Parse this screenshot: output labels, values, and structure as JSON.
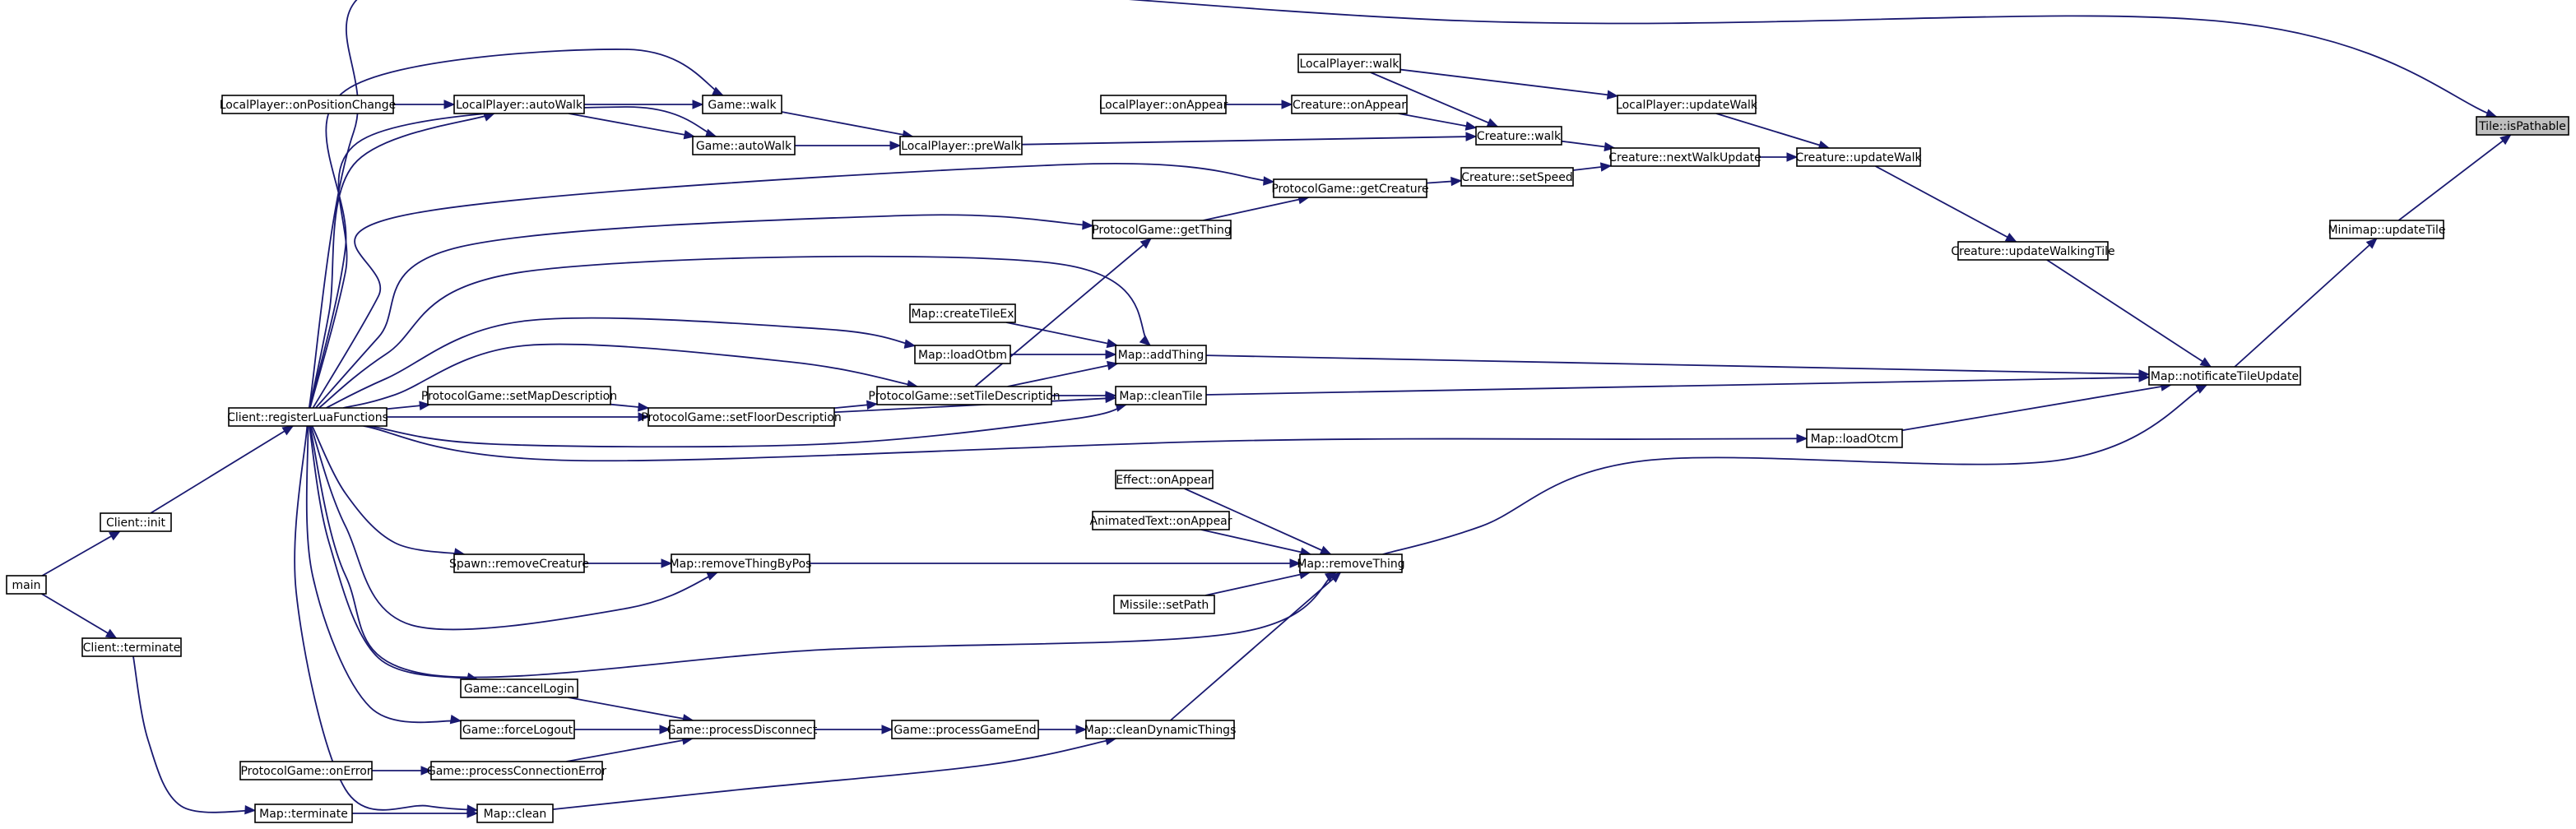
{
  "graph": {
    "edge_color": "#191970",
    "highlight_color": "#bfbfbf",
    "nodes": [
      {
        "id": "tile_ispathable",
        "label": "Tile::isPathable",
        "highlight": true
      },
      {
        "id": "minimap_updatetile",
        "label": "Minimap::updateTile"
      },
      {
        "id": "map_notificatetileupdate",
        "label": "Map::notificateTileUpdate"
      },
      {
        "id": "creature_updatewalkingtile",
        "label": "Creature::updateWalkingTile"
      },
      {
        "id": "creature_updatewalk",
        "label": "Creature::updateWalk"
      },
      {
        "id": "localplayer_updatewalk",
        "label": "LocalPlayer::updateWalk"
      },
      {
        "id": "creature_nextwalkupdate",
        "label": "Creature::nextWalkUpdate"
      },
      {
        "id": "creature_walk",
        "label": "Creature::walk"
      },
      {
        "id": "creature_setspeed",
        "label": "Creature::setSpeed"
      },
      {
        "id": "localplayer_walk",
        "label": "LocalPlayer::walk"
      },
      {
        "id": "creature_onappear",
        "label": "Creature::onAppear"
      },
      {
        "id": "localplayer_onappear",
        "label": "LocalPlayer::onAppear"
      },
      {
        "id": "protocolgame_getcreature",
        "label": "ProtocolGame::getCreature"
      },
      {
        "id": "protocolgame_getthing",
        "label": "ProtocolGame::getThing"
      },
      {
        "id": "localplayer_prewalk",
        "label": "LocalPlayer::preWalk"
      },
      {
        "id": "game_walk",
        "label": "Game::walk"
      },
      {
        "id": "game_autowalk",
        "label": "Game::autoWalk"
      },
      {
        "id": "localplayer_autowalk",
        "label": "LocalPlayer::autoWalk"
      },
      {
        "id": "localplayer_onpositionchange",
        "label": "LocalPlayer::onPositionChange"
      },
      {
        "id": "map_createtileex",
        "label": "Map::createTileEx"
      },
      {
        "id": "map_addthing",
        "label": "Map::addThing"
      },
      {
        "id": "map_loadotbm",
        "label": "Map::loadOtbm"
      },
      {
        "id": "map_cleantile",
        "label": "Map::cleanTile"
      },
      {
        "id": "protocolgame_settiledescription",
        "label": "ProtocolGame::setTileDescription"
      },
      {
        "id": "protocolgame_setfloordescription",
        "label": "ProtocolGame::setFloorDescription"
      },
      {
        "id": "protocolgame_setmapdescription",
        "label": "ProtocolGame::setMapDescription"
      },
      {
        "id": "map_loadotcm",
        "label": "Map::loadOtcm"
      },
      {
        "id": "client_registerluafunctions",
        "label": "Client::registerLuaFunctions"
      },
      {
        "id": "client_init",
        "label": "Client::init"
      },
      {
        "id": "main",
        "label": "main"
      },
      {
        "id": "client_terminate",
        "label": "Client::terminate"
      },
      {
        "id": "effect_onappear",
        "label": "Effect::onAppear"
      },
      {
        "id": "animatedtext_onappear",
        "label": "AnimatedText::onAppear"
      },
      {
        "id": "missile_setpath",
        "label": "Missile::setPath"
      },
      {
        "id": "map_removething",
        "label": "Map::removeThing"
      },
      {
        "id": "map_removethingbypos",
        "label": "Map::removeThingByPos"
      },
      {
        "id": "spawn_removecreature",
        "label": "Spawn::removeCreature"
      },
      {
        "id": "map_cleandynamicthings",
        "label": "Map::cleanDynamicThings"
      },
      {
        "id": "game_processgameend",
        "label": "Game::processGameEnd"
      },
      {
        "id": "game_processdisconnect",
        "label": "Game::processDisconnect"
      },
      {
        "id": "game_cancellogin",
        "label": "Game::cancelLogin"
      },
      {
        "id": "game_forcelogout",
        "label": "Game::forceLogout"
      },
      {
        "id": "game_processconnectionerror",
        "label": "Game::processConnectionError"
      },
      {
        "id": "protocolgame_onerror",
        "label": "ProtocolGame::onError"
      },
      {
        "id": "map_terminate",
        "label": "Map::terminate"
      },
      {
        "id": "map_clean",
        "label": "Map::clean"
      }
    ],
    "edges": [
      {
        "from": "minimap_updatetile",
        "to": "tile_ispathable"
      },
      {
        "from": "client_registerluafunctions",
        "to": "tile_ispathable"
      },
      {
        "from": "map_notificatetileupdate",
        "to": "minimap_updatetile"
      },
      {
        "from": "creature_updatewalkingtile",
        "to": "map_notificatetileupdate"
      },
      {
        "from": "map_addthing",
        "to": "map_notificatetileupdate"
      },
      {
        "from": "map_cleantile",
        "to": "map_notificatetileupdate"
      },
      {
        "from": "map_loadotcm",
        "to": "map_notificatetileupdate"
      },
      {
        "from": "map_removething",
        "to": "map_notificatetileupdate"
      },
      {
        "from": "creature_updatewalk",
        "to": "creature_updatewalkingtile"
      },
      {
        "from": "localplayer_updatewalk",
        "to": "creature_updatewalk"
      },
      {
        "from": "creature_nextwalkupdate",
        "to": "creature_updatewalk"
      },
      {
        "from": "localplayer_walk",
        "to": "localplayer_updatewalk"
      },
      {
        "from": "creature_walk",
        "to": "creature_nextwalkupdate"
      },
      {
        "from": "creature_setspeed",
        "to": "creature_nextwalkupdate"
      },
      {
        "from": "localplayer_walk",
        "to": "creature_walk"
      },
      {
        "from": "creature_onappear",
        "to": "creature_walk"
      },
      {
        "from": "localplayer_prewalk",
        "to": "creature_walk"
      },
      {
        "from": "localplayer_onappear",
        "to": "creature_onappear"
      },
      {
        "from": "protocolgame_getcreature",
        "to": "creature_setspeed"
      },
      {
        "from": "protocolgame_getthing",
        "to": "protocolgame_getcreature"
      },
      {
        "from": "client_registerluafunctions",
        "to": "protocolgame_getcreature"
      },
      {
        "from": "protocolgame_settiledescription",
        "to": "protocolgame_getthing"
      },
      {
        "from": "client_registerluafunctions",
        "to": "protocolgame_getthing"
      },
      {
        "from": "game_walk",
        "to": "localplayer_prewalk"
      },
      {
        "from": "game_autowalk",
        "to": "localplayer_prewalk"
      },
      {
        "from": "localplayer_autowalk",
        "to": "game_walk"
      },
      {
        "from": "client_registerluafunctions",
        "to": "game_walk"
      },
      {
        "from": "localplayer_autowalk",
        "to": "game_autowalk"
      },
      {
        "from": "client_registerluafunctions",
        "to": "game_autowalk"
      },
      {
        "from": "localplayer_onpositionchange",
        "to": "localplayer_autowalk"
      },
      {
        "from": "client_registerluafunctions",
        "to": "localplayer_autowalk"
      },
      {
        "from": "map_createtileex",
        "to": "map_addthing"
      },
      {
        "from": "map_loadotbm",
        "to": "map_addthing"
      },
      {
        "from": "protocolgame_settiledescription",
        "to": "map_addthing"
      },
      {
        "from": "client_registerluafunctions",
        "to": "map_addthing"
      },
      {
        "from": "client_registerluafunctions",
        "to": "map_loadotbm"
      },
      {
        "from": "protocolgame_settiledescription",
        "to": "map_cleantile"
      },
      {
        "from": "protocolgame_setfloordescription",
        "to": "map_cleantile"
      },
      {
        "from": "client_registerluafunctions",
        "to": "map_cleantile"
      },
      {
        "from": "protocolgame_setfloordescription",
        "to": "protocolgame_settiledescription"
      },
      {
        "from": "client_registerluafunctions",
        "to": "protocolgame_settiledescription"
      },
      {
        "from": "protocolgame_setmapdescription",
        "to": "protocolgame_setfloordescription"
      },
      {
        "from": "client_registerluafunctions",
        "to": "protocolgame_setfloordescription"
      },
      {
        "from": "client_registerluafunctions",
        "to": "protocolgame_setmapdescription"
      },
      {
        "from": "client_registerluafunctions",
        "to": "map_loadotcm"
      },
      {
        "from": "client_init",
        "to": "client_registerluafunctions"
      },
      {
        "from": "main",
        "to": "client_init"
      },
      {
        "from": "main",
        "to": "client_terminate"
      },
      {
        "from": "client_terminate",
        "to": "map_terminate"
      },
      {
        "from": "map_terminate",
        "to": "map_clean"
      },
      {
        "from": "client_registerluafunctions",
        "to": "map_clean"
      },
      {
        "from": "effect_onappear",
        "to": "map_removething"
      },
      {
        "from": "animatedtext_onappear",
        "to": "map_removething"
      },
      {
        "from": "missile_setpath",
        "to": "map_removething"
      },
      {
        "from": "map_removethingbypos",
        "to": "map_removething"
      },
      {
        "from": "map_cleandynamicthings",
        "to": "map_removething"
      },
      {
        "from": "client_registerluafunctions",
        "to": "map_removething"
      },
      {
        "from": "spawn_removecreature",
        "to": "map_removethingbypos"
      },
      {
        "from": "client_registerluafunctions",
        "to": "map_removethingbypos"
      },
      {
        "from": "client_registerluafunctions",
        "to": "spawn_removecreature"
      },
      {
        "from": "game_processgameend",
        "to": "map_cleandynamicthings"
      },
      {
        "from": "map_clean",
        "to": "map_cleandynamicthings"
      },
      {
        "from": "game_processdisconnect",
        "to": "game_processgameend"
      },
      {
        "from": "game_cancellogin",
        "to": "game_processdisconnect"
      },
      {
        "from": "game_forcelogout",
        "to": "game_processdisconnect"
      },
      {
        "from": "game_processconnectionerror",
        "to": "game_processdisconnect"
      },
      {
        "from": "client_registerluafunctions",
        "to": "game_cancellogin"
      },
      {
        "from": "client_registerluafunctions",
        "to": "game_forcelogout"
      },
      {
        "from": "protocolgame_onerror",
        "to": "game_processconnectionerror"
      }
    ]
  }
}
